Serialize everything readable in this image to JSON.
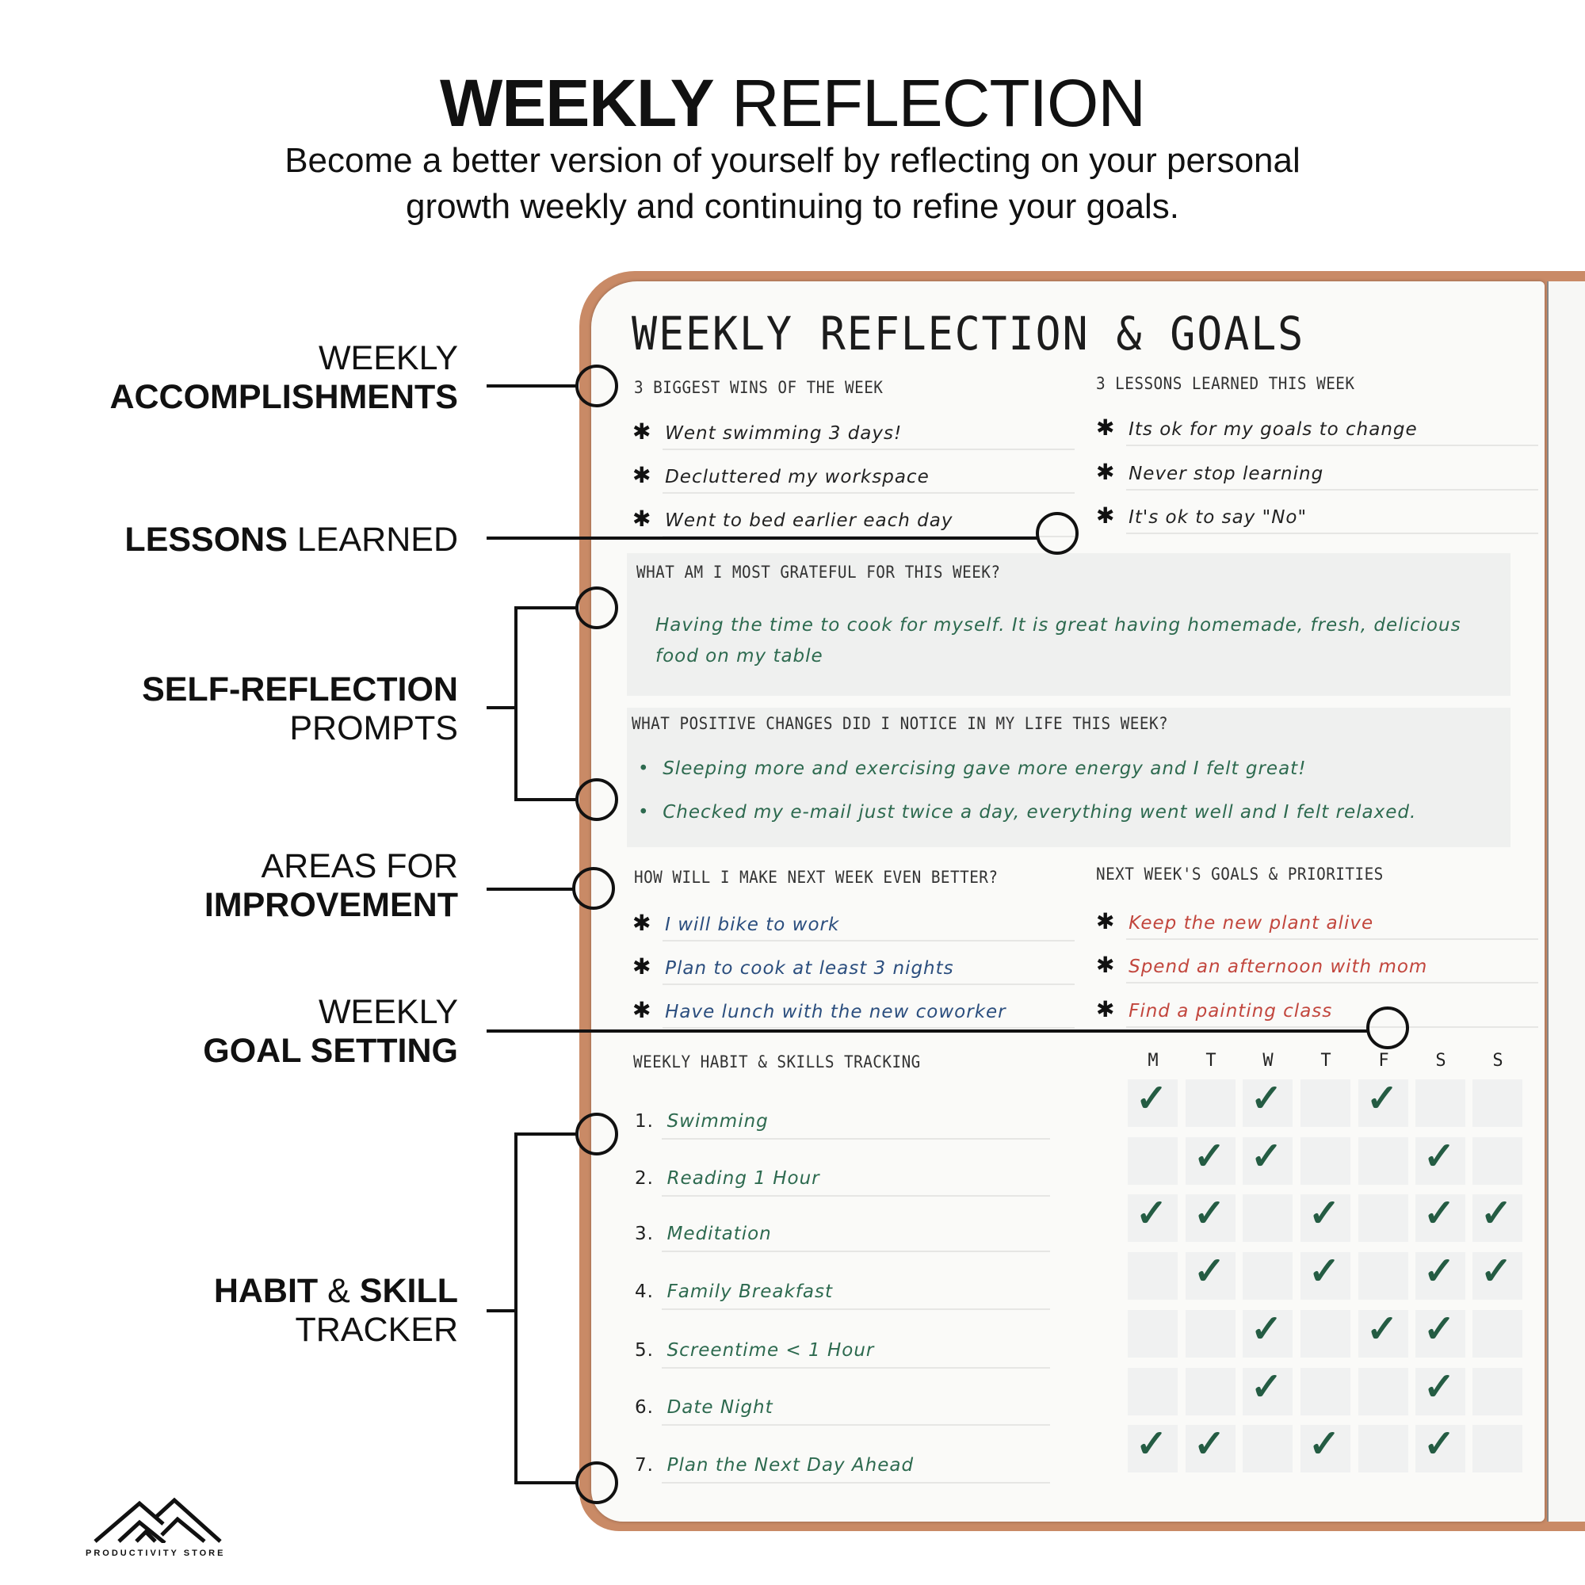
{
  "header": {
    "title_bold": "WEEKLY",
    "title_light": "REFLECTION",
    "subtitle_line1": "Become a better version of yourself by reflecting on your personal",
    "subtitle_line2": "growth weekly and continuing to refine your goals."
  },
  "callouts": {
    "accomplishments": {
      "line1": "WEEKLY",
      "line2": "ACCOMPLISHMENTS"
    },
    "lessons": {
      "bold": "LESSONS",
      "light": "LEARNED"
    },
    "self_reflection": {
      "line1": "SELF-REFLECTION",
      "line2": "PROMPTS"
    },
    "improvement": {
      "line1": "AREAS FOR",
      "line2": "IMPROVEMENT"
    },
    "goal_setting": {
      "line1": "WEEKLY",
      "line2": "GOAL SETTING"
    },
    "habit": {
      "bold1": "HABIT",
      "amp": "&",
      "bold2": "SKILL",
      "line2": "TRACKER"
    }
  },
  "planner": {
    "title": "WEEKLY REFLECTION & GOALS",
    "wins": {
      "heading": "3 BIGGEST WINS OF THE WEEK",
      "items": [
        "Went swimming 3 days!",
        "Decluttered my workspace",
        "Went to bed earlier each day"
      ]
    },
    "lessons": {
      "heading": "3 LESSONS LEARNED THIS WEEK",
      "items": [
        "Its ok for my goals to change",
        "Never stop learning",
        "It's ok to say \"No\""
      ]
    },
    "grateful": {
      "question": "WHAT AM I MOST GRATEFUL FOR THIS WEEK?",
      "answer_line1": "Having the time to cook for myself. It is great having homemade, fresh, delicious",
      "answer_line2": "food on my table"
    },
    "positive": {
      "question": "WHAT POSITIVE CHANGES DID I NOTICE IN MY LIFE THIS WEEK?",
      "items": [
        "Sleeping more and exercising gave more energy and I felt great!",
        "Checked my e-mail just twice a day, everything went well and I felt relaxed."
      ]
    },
    "better": {
      "heading": "HOW WILL I MAKE NEXT WEEK EVEN BETTER?",
      "items": [
        "I will bike to work",
        "Plan to cook at least 3 nights",
        "Have lunch with the new coworker"
      ]
    },
    "goals": {
      "heading": "NEXT WEEK'S GOALS & PRIORITIES",
      "items": [
        "Keep the new plant alive",
        "Spend an afternoon with mom",
        "Find a painting class"
      ]
    },
    "habits": {
      "heading": "WEEKLY HABIT & SKILLS TRACKING",
      "days": [
        "M",
        "T",
        "W",
        "T",
        "F",
        "S",
        "S"
      ],
      "rows": [
        {
          "num": "1.",
          "name": "Swimming",
          "checks": [
            1,
            0,
            1,
            0,
            1,
            0,
            0
          ]
        },
        {
          "num": "2.",
          "name": "Reading 1 Hour",
          "checks": [
            0,
            1,
            1,
            0,
            0,
            1,
            0
          ]
        },
        {
          "num": "3.",
          "name": "Meditation",
          "checks": [
            1,
            1,
            0,
            1,
            0,
            1,
            1
          ]
        },
        {
          "num": "4.",
          "name": "Family Breakfast",
          "checks": [
            0,
            1,
            0,
            1,
            0,
            1,
            1
          ]
        },
        {
          "num": "5.",
          "name": "Screentime < 1 Hour",
          "checks": [
            0,
            0,
            1,
            0,
            1,
            1,
            0
          ]
        },
        {
          "num": "6.",
          "name": "Date Night",
          "checks": [
            0,
            0,
            1,
            0,
            0,
            1,
            0
          ]
        },
        {
          "num": "7.",
          "name": "Plan the Next Day Ahead",
          "checks": [
            1,
            1,
            0,
            1,
            0,
            1,
            0
          ]
        }
      ]
    }
  },
  "logo": {
    "text": "PRODUCTIVITY STORE"
  },
  "colors": {
    "cover": "#c98a66",
    "green": "#2d6a4f",
    "blue": "#2b4e7e",
    "red": "#c2463d",
    "check": "#245c43"
  }
}
